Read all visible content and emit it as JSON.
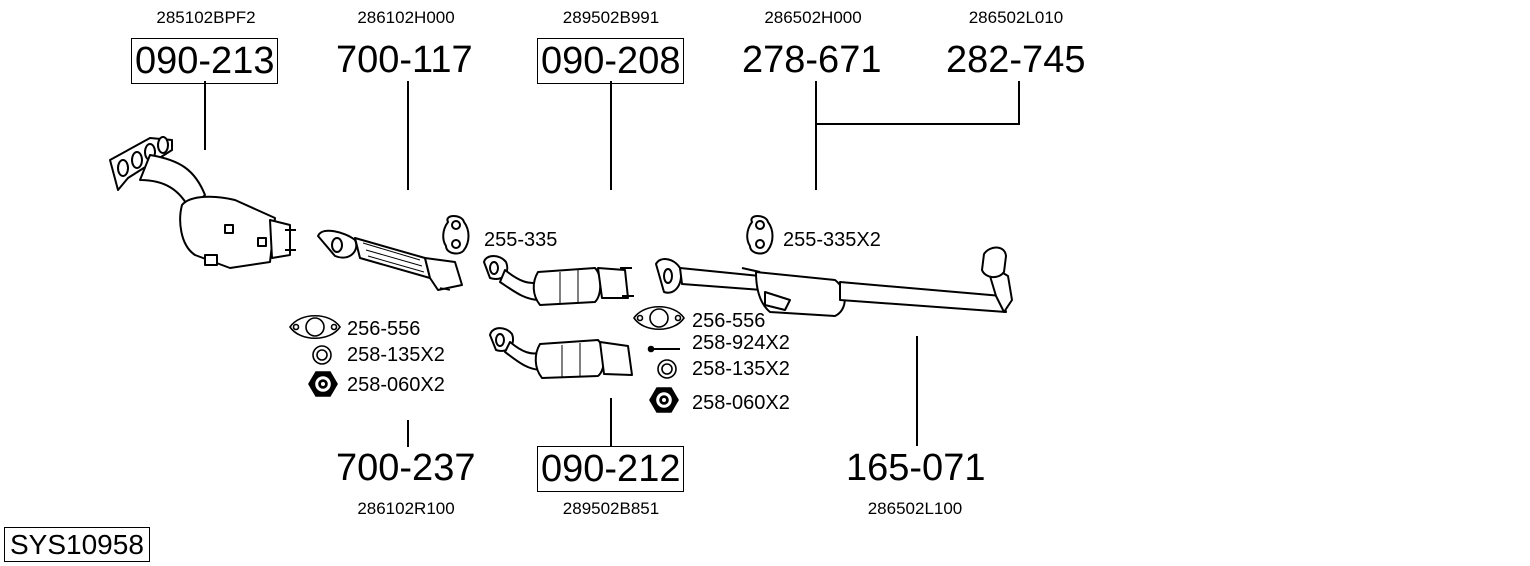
{
  "diagram": {
    "system_id": "SYS10958",
    "top_parts": [
      {
        "oem": "285102BPF2",
        "part_number": "090-213",
        "boxed": true
      },
      {
        "oem": "286102H000",
        "part_number": "700-117",
        "boxed": false
      },
      {
        "oem": "289502B991",
        "part_number": "090-208",
        "boxed": true
      },
      {
        "oem": "286502H000",
        "part_number": "278-671",
        "boxed": false
      },
      {
        "oem": "286502L010",
        "part_number": "282-745",
        "boxed": false
      }
    ],
    "bottom_parts": [
      {
        "oem": "286102R100",
        "part_number": "700-237",
        "boxed": false
      },
      {
        "oem": "289502B851",
        "part_number": "090-212",
        "boxed": true
      },
      {
        "oem": "286502L100",
        "part_number": "165-071",
        "boxed": false
      }
    ],
    "accessories_left": [
      {
        "label": "256-556",
        "icon": "gasket-icon"
      },
      {
        "label": "258-135X2",
        "icon": "ring-icon"
      },
      {
        "label": "258-060X2",
        "icon": "nut-icon"
      }
    ],
    "accessories_right": [
      {
        "label": "256-556",
        "icon": "gasket-icon"
      },
      {
        "label": "258-924X2",
        "icon": "bolt-icon"
      },
      {
        "label": "258-135X2",
        "icon": "ring-icon"
      },
      {
        "label": "258-060X2",
        "icon": "nut-icon"
      }
    ],
    "hangers": [
      {
        "label": "255-335",
        "icon": "rubber-hanger-icon"
      },
      {
        "label": "255-335X2",
        "icon": "rubber-hanger-icon"
      }
    ]
  }
}
